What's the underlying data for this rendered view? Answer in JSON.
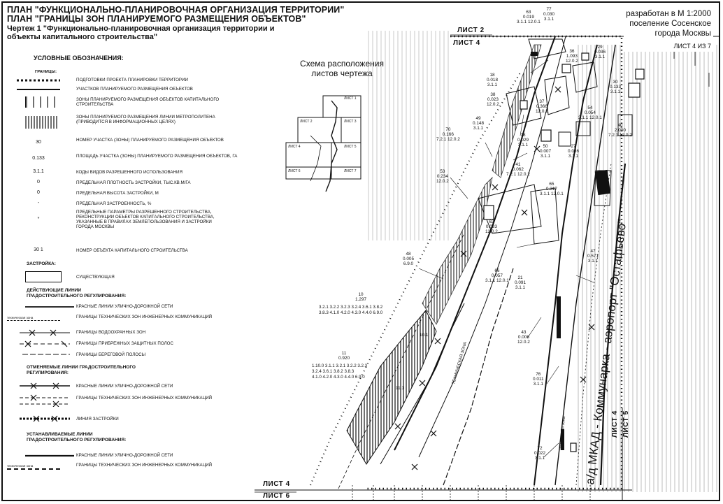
{
  "header": {
    "title_line1": "ПЛАН \"ФУНКЦИОНАЛЬНО-ПЛАНИРОВОЧНАЯ ОРГАНИЗАЦИЯ ТЕРРИТОРИИ\"",
    "title_line2": "ПЛАН \"ГРАНИЦЫ ЗОН ПЛАНИРУЕМОГО РАЗМЕЩЕНИЯ ОБЪЕКТОВ\"",
    "subtitle_line1": "Чертеж 1 \"Функционально-планировочная организация территории и",
    "subtitle_line2": "объекты капитального строительства\""
  },
  "notes": {
    "scale": "разработан в М 1:2000",
    "settlement": "поселение Сосенское",
    "city": "города Москвы",
    "sheet_index": "ЛИСТ 4 ИЗ 7"
  },
  "legend": {
    "heading": "УСЛОВНЫЕ ОБОЗНАЧЕНИЯ:",
    "borders_heading": "ГРАНИЦЫ:",
    "items": [
      {
        "symbol": "",
        "text": "ПОДГОТОВКИ ПРОЕКТА ПЛАНИРОВКИ ТЕРРИТОРИИ"
      },
      {
        "symbol": "",
        "text": "УЧАСТКОВ ПЛАНИРУЕМОГО РАЗМЕЩЕНИЯ ОБЪЕКТОВ"
      },
      {
        "symbol": "",
        "text": "ЗОНЫ ПЛАНИРУЕМОГО РАЗМЕЩЕНИЯ ОБЪЕКТОВ КАПИТАЛЬНОГО СТРОИТЕЛЬСТВА"
      },
      {
        "symbol": "",
        "text": "ЗОНЫ ПЛАНИРУЕМОГО РАЗМЕЩЕНИЯ ЛИНИИ МЕТРОПОЛИТЕНА (ПРИВОДИТСЯ В ИНФОРМАЦИОННЫХ ЦЕЛЯХ)"
      },
      {
        "symbol": "30",
        "text": "НОМЕР УЧАСТКА (ЗОНЫ) ПЛАНИРУЕМОГО РАЗМЕЩЕНИЯ ОБЪЕКТОВ"
      },
      {
        "symbol": "0.133",
        "text": "ПЛОЩАДЬ УЧАСТКА (ЗОНЫ) ПЛАНИРУЕМОГО РАЗМЕЩЕНИЯ ОБЪЕКТОВ, ГА"
      },
      {
        "symbol": "3.1.1",
        "text": "КОДЫ ВИДОВ РАЗРЕШЕННОГО ИСПОЛЬЗОВАНИЯ"
      },
      {
        "symbol": "0",
        "text": "ПРЕДЕЛЬНАЯ ПЛОТНОСТЬ ЗАСТРОЙКИ, ТЫС.КВ.М/ГА"
      },
      {
        "symbol": "0",
        "text": "ПРЕДЕЛЬНАЯ ВЫСОТА ЗАСТРОЙКИ, М"
      },
      {
        "symbol": "-",
        "text": "ПРЕДЕЛЬНАЯ ЗАСТРОЕННОСТЬ, %"
      },
      {
        "symbol": "*",
        "text": "ПРЕДЕЛЬНЫЕ ПАРАМЕТРЫ РАЗРЕШЕННОГО СТРОИТЕЛЬСТВА, РЕКОНСТРУКЦИИ ОБЪЕКТОВ КАПИТАЛЬНОГО СТРОИТЕЛЬСТВА, УКАЗАННЫЕ В ПРАВИЛАХ ЗЕМЛЕПОЛЬЗОВАНИЯ И ЗАСТРОЙКИ ГОРОДА МОСКВЫ"
      },
      {
        "symbol": "30 1",
        "text": "НОМЕР ОБЪЕКТА КАПИТАЛЬНОГО СТРОИТЕЛЬСТВА"
      }
    ],
    "buildings_heading": "ЗАСТРОЙКА:",
    "existing": "СУЩЕСТВУЮЩАЯ",
    "active_heading": "ДЕЙСТВУЮЩИЕ ЛИНИИ ГРАДОСТРОИТЕЛЬНОГО РЕГУЛИРОВАНИЯ:",
    "active_items": [
      "КРАСНЫЕ ЛИНИИ УЛИЧНО-ДОРОЖНОЙ СЕТИ",
      "ГРАНИЦЫ ТЕХНИЧЕСКИХ ЗОН ИНЖЕНЕРНЫХ КОММУНИКАЦИЙ",
      "ГРАНИЦЫ ВОДООХРАННЫХ ЗОН",
      "ГРАНИЦЫ ПРИБРЕЖНЫХ ЗАЩИТНЫХ ПОЛОС",
      "ГРАНИЦЫ БЕРЕГОВОЙ ПОЛОСЫ"
    ],
    "tech_zone_small": "техническая зона",
    "cancelled_heading": "ОТМЕНЯЕМЫЕ ЛИНИИ ГРАДОСТРОИТЕЛЬНОГО РЕГУЛИРОВАНИЯ:",
    "cancelled_items": [
      "КРАСНЫЕ ЛИНИИ УЛИЧНО-ДОРОЖНОЙ СЕТИ",
      "ГРАНИЦЫ ТЕХНИЧЕСКИХ ЗОН ИНЖЕНЕРНЫХ КОММУНИКАЦИЙ",
      "ЛИНИЯ ЗАСТРОЙКИ"
    ],
    "established_heading": "УСТАНАВЛИВАЕМЫЕ ЛИНИИ ГРАДОСТРОИТЕЛЬНОГО РЕГУЛИРОВАНИЯ:",
    "established_items": [
      "КРАСНЫЕ ЛИНИИ УЛИЧНО-ДОРОЖНОЙ СЕТИ",
      "ГРАНИЦЫ ТЕХНИЧЕСКИХ ЗОН ИНЖЕНЕРНЫХ КОММУНИКАЦИЙ"
    ]
  },
  "scheme": {
    "title_line1": "Схема расположения",
    "title_line2": "листов чертежа",
    "sheets": [
      "ЛИСТ 1",
      "ЛИСТ 2",
      "ЛИСТ 3",
      "ЛИСТ 4",
      "ЛИСТ 5",
      "ЛИСТ 6",
      "ЛИСТ 7"
    ]
  },
  "map": {
    "sheet_labels": {
      "top_a": "ЛИСТ 2",
      "top_b": "ЛИСТ 4",
      "bottom_a": "ЛИСТ 4",
      "bottom_b": "ЛИСТ 6",
      "right_a": "ЛИСТ 4",
      "right_b": "ЛИСТ 5"
    },
    "road": "а/д МКАД - Коммунарка - аэропорт \"Остафьево\"",
    "tech_zone": "ТЕХНИЧЕСКАЯ ЗОНА",
    "tech_zone2": "техническая зона",
    "parcels": [
      {
        "num": "63",
        "area": "0.019",
        "code": "3.1.1 12.0.1"
      },
      {
        "num": "77",
        "area": "0.030",
        "code": "3.1.1"
      },
      {
        "num": "36",
        "area": "1.093",
        "code": "12.0.2"
      },
      {
        "num": "29",
        "area": "0.036",
        "code": "3.1.1"
      },
      {
        "num": "18",
        "area": "0.018",
        "code": "3.1.1"
      },
      {
        "num": "38",
        "area": "0.023",
        "code": "12.0.2"
      },
      {
        "num": "37",
        "area": "0.366",
        "code": "12.0.2"
      },
      {
        "num": "30",
        "area": "0.133",
        "code": "3.1.1"
      },
      {
        "num": "54",
        "area": "0.054",
        "code": "3.1.1 12.0.1"
      },
      {
        "num": "49",
        "area": "0.148",
        "code": "3.1.1"
      },
      {
        "num": "70",
        "area": "0.166",
        "code": "7.2.1 12.0.2"
      },
      {
        "num": "78",
        "area": "0.029",
        "code": "3.1.1"
      },
      {
        "num": "50",
        "area": "0.007",
        "code": "3.1.1"
      },
      {
        "num": "27",
        "area": "0.086",
        "code": "3.1.1"
      },
      {
        "num": "40",
        "area": "2.000",
        "code": "7.2.1 12.0.2"
      },
      {
        "num": "41",
        "area": "0.062",
        "code": "7.2.1 12.0.2"
      },
      {
        "num": "53",
        "area": "0.234",
        "code": "12.0.2"
      },
      {
        "num": "65",
        "area": "0.317",
        "code": "3.1.1 12.0.1"
      },
      {
        "num": "62",
        "area": "0.033",
        "code": "12.0.2"
      },
      {
        "num": "48",
        "area": "0.005",
        "code": "6.9.0"
      },
      {
        "num": "66",
        "area": "0.057",
        "code": "3.1.1 12.0.1"
      },
      {
        "num": "21",
        "area": "0.091",
        "code": "3.1.1"
      },
      {
        "num": "47",
        "area": "0.571",
        "code": "3.1.1"
      },
      {
        "num": "10",
        "area": "1.297",
        "code": ""
      },
      {
        "num": "43",
        "area": "0.006",
        "code": "12.0.2"
      },
      {
        "num": "11",
        "area": "0.920",
        "code": ""
      },
      {
        "num": "76",
        "area": "0.011",
        "code": "3.1.1"
      },
      {
        "num": "72",
        "area": "0.022",
        "code": "3.1.1"
      }
    ],
    "codes_10_line1": "3.2.1 3.2.2 3.2.3 3.2.4 3.6.1 3.8.2",
    "codes_10_line2": "3.8.3 4.1.0 4.2.0 4.3.0 4.4.0 6.9.0",
    "codes_11_line1": "1.10.0 3.1.1 3.2.1 3.2.2 3.2.3",
    "codes_11_line2": "3.2.4 3.6.1 3.8.2 3.8.3",
    "codes_11_line3": "4.1.0 4.2.0 4.3.0 4.4.0 6.9.0",
    "obj_10_1": "10.1",
    "obj_11_1": "11.1"
  }
}
